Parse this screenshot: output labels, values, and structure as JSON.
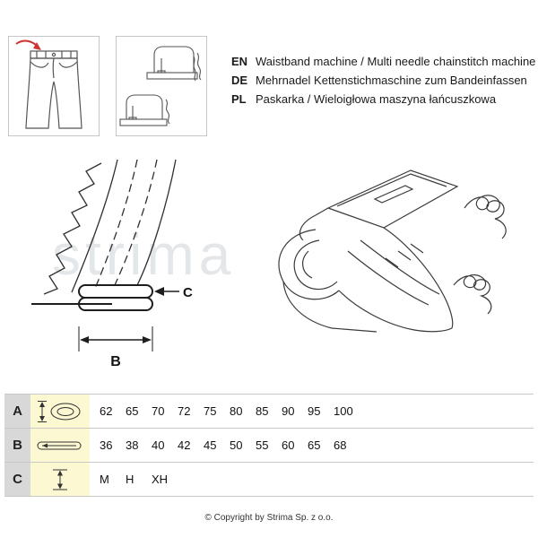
{
  "languages": [
    {
      "code": "EN",
      "text": "Waistband machine / Multi needle chainstitch machine"
    },
    {
      "code": "DE",
      "text": "Mehrnadel Kettenstichmaschine zum Bandeinfassen"
    },
    {
      "code": "PL",
      "text": "Paskarka / Wieloigłowa maszyna łańcuszkowa"
    }
  ],
  "diagram": {
    "label_b": "B",
    "label_c": "C"
  },
  "watermark": "strima",
  "icons": {
    "row_a": "tape-roll-width-icon",
    "row_b": "folded-band-width-icon",
    "row_c": "height-arrow-icon",
    "thumb_1": "jeans-waistband-icon",
    "thumb_2": "sewing-machines-icon"
  },
  "colors": {
    "letter_column": "#d8d8d8",
    "icon_column": "#fbf8d2",
    "table_line": "#c8c8c8",
    "accent_arrow": "#cc3333"
  },
  "table": {
    "rows": [
      {
        "letter": "A",
        "icon": "tape-roll-width-icon",
        "values": [
          "62",
          "65",
          "70",
          "72",
          "75",
          "80",
          "85",
          "90",
          "95",
          "100"
        ]
      },
      {
        "letter": "B",
        "icon": "folded-band-width-icon",
        "values": [
          "36",
          "38",
          "40",
          "42",
          "45",
          "50",
          "55",
          "60",
          "65",
          "68"
        ]
      },
      {
        "letter": "C",
        "icon": "height-arrow-icon",
        "values": [
          "M",
          "H",
          "XH"
        ]
      }
    ]
  },
  "footer": {
    "copyright": "© Copyright by Strima Sp. z o.o."
  }
}
